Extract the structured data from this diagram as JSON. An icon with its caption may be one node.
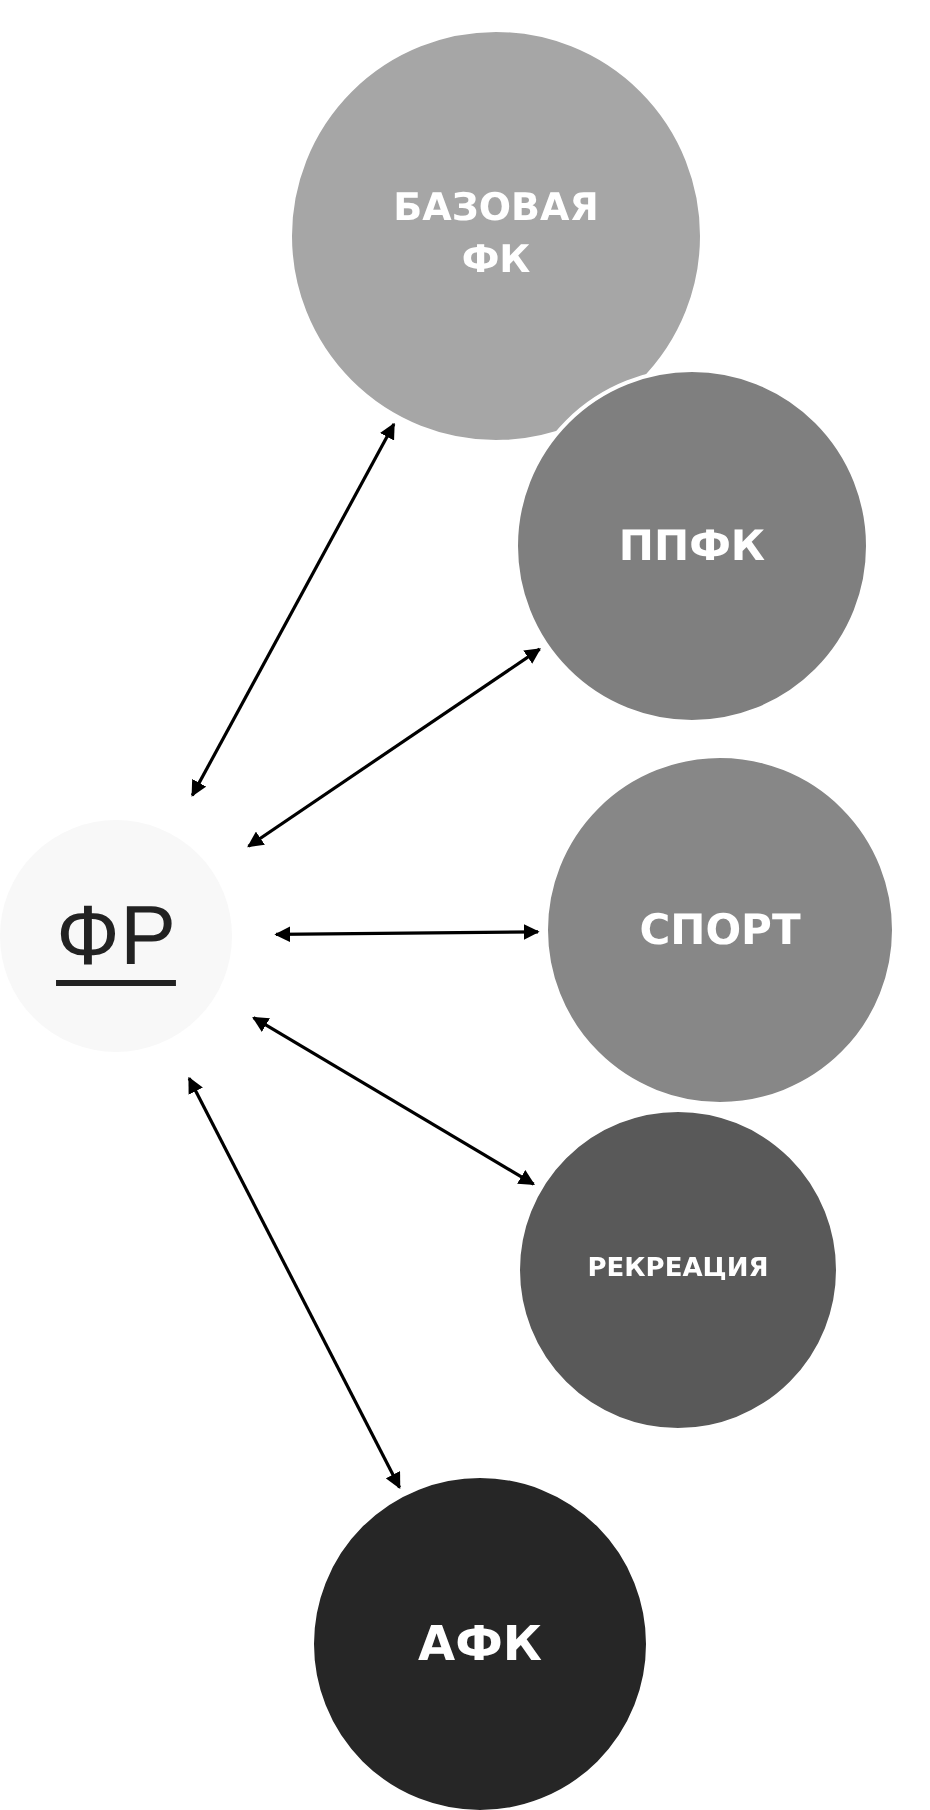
{
  "diagram": {
    "nodes": [
      {
        "text": [
          "ФР"
        ]
      },
      {
        "text": [
          "БАЗОВАЯ ФК"
        ]
      },
      {
        "text": [
          "ППФК"
        ]
      },
      {
        "text": [
          "СПОРТ"
        ]
      },
      {
        "text": [
          "РЕКРЕАЦИЯ"
        ]
      },
      {
        "text": [
          "АФК"
        ]
      }
    ],
    "edges": [
      {
        "from": 0,
        "to": 1,
        "arrow": "both"
      },
      {
        "from": 0,
        "to": 2,
        "arrow": "both"
      },
      {
        "from": 0,
        "to": 3,
        "arrow": "both"
      },
      {
        "from": 0,
        "to": 4,
        "arrow": "both"
      },
      {
        "from": 0,
        "to": 5,
        "arrow": "both"
      }
    ]
  }
}
